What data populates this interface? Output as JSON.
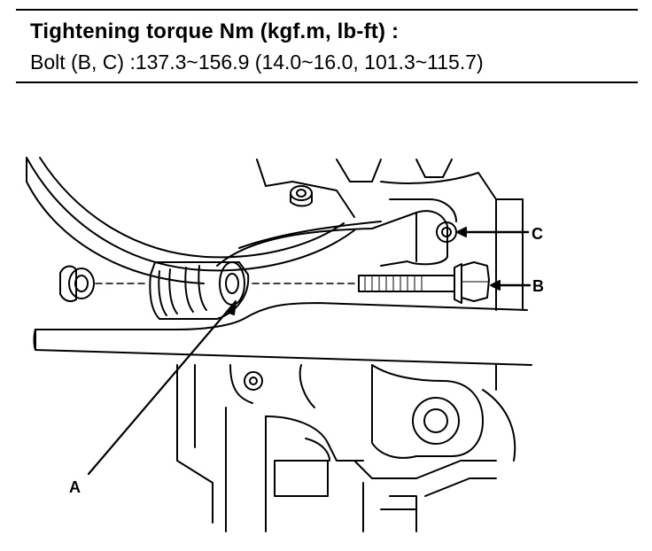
{
  "spec": {
    "title": "Tightening torque Nm (kgf.m, lb-ft) :",
    "line": "Bolt (B, C) :137.3~156.9 (14.0~16.0, 101.3~115.7)"
  },
  "callouts": {
    "a": "A",
    "b": "B",
    "c": "C"
  }
}
